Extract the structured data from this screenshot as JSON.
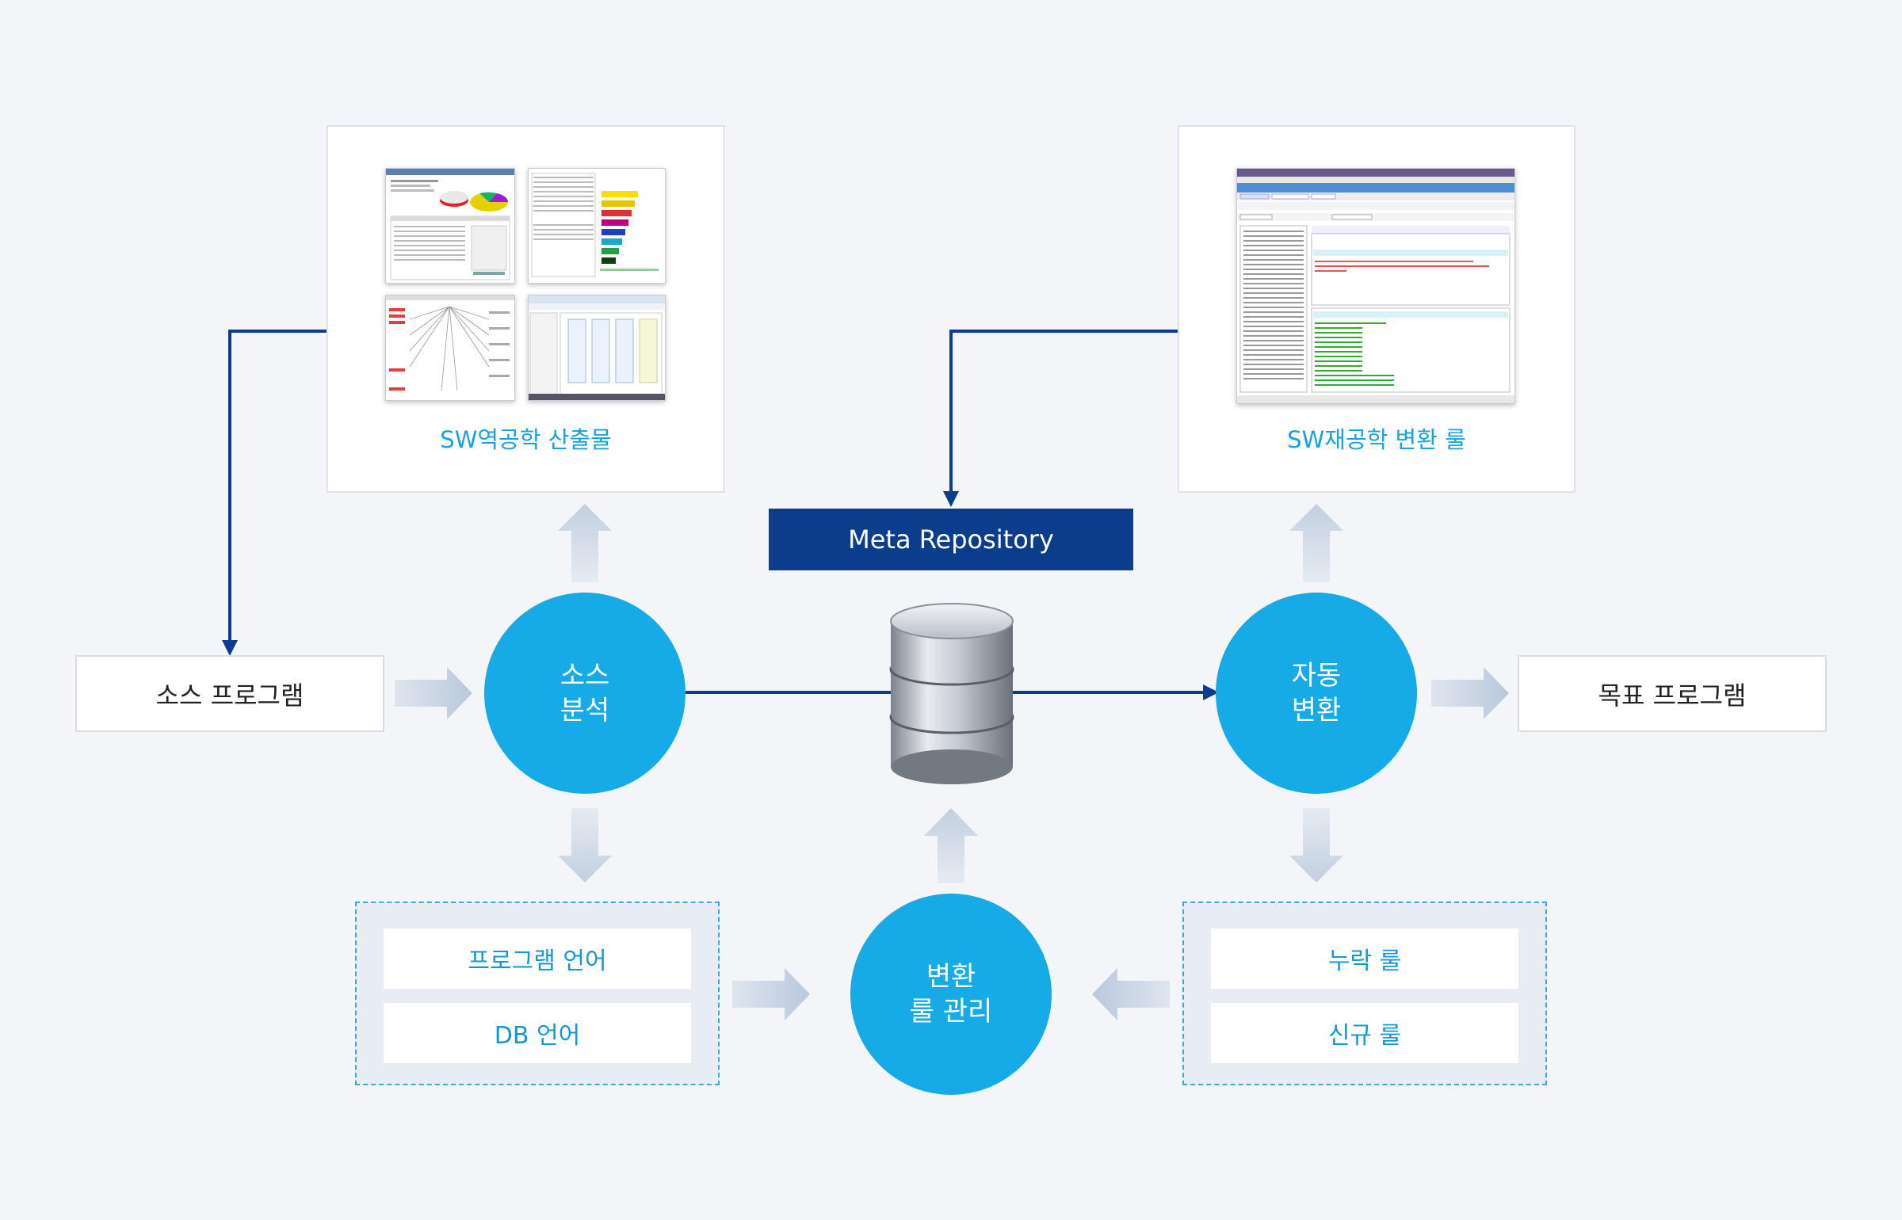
{
  "top_left_panel": {
    "label": "SW역공학 산출물"
  },
  "top_right_panel": {
    "label": "SW재공학 변환 룰"
  },
  "meta_repository": {
    "label": "Meta Repository"
  },
  "source_program": {
    "label": "소스 프로그램"
  },
  "target_program": {
    "label": "목표 프로그램"
  },
  "source_analysis": {
    "line1": "소스",
    "line2": "분석"
  },
  "auto_conversion": {
    "line1": "자동",
    "line2": "변환"
  },
  "rule_management": {
    "line1": "변환",
    "line2": "룰 관리"
  },
  "language_group": {
    "items": [
      "프로그램 언어",
      "DB 언어"
    ]
  },
  "rule_group": {
    "items": [
      "누락 룰",
      "신규 룰"
    ]
  },
  "icons": {
    "database": "database-icon"
  },
  "colors": {
    "circle": "#16aae6",
    "meta": "#0b3d8c",
    "line": "#0b3d8c",
    "accent_text": "#16a3e0"
  }
}
